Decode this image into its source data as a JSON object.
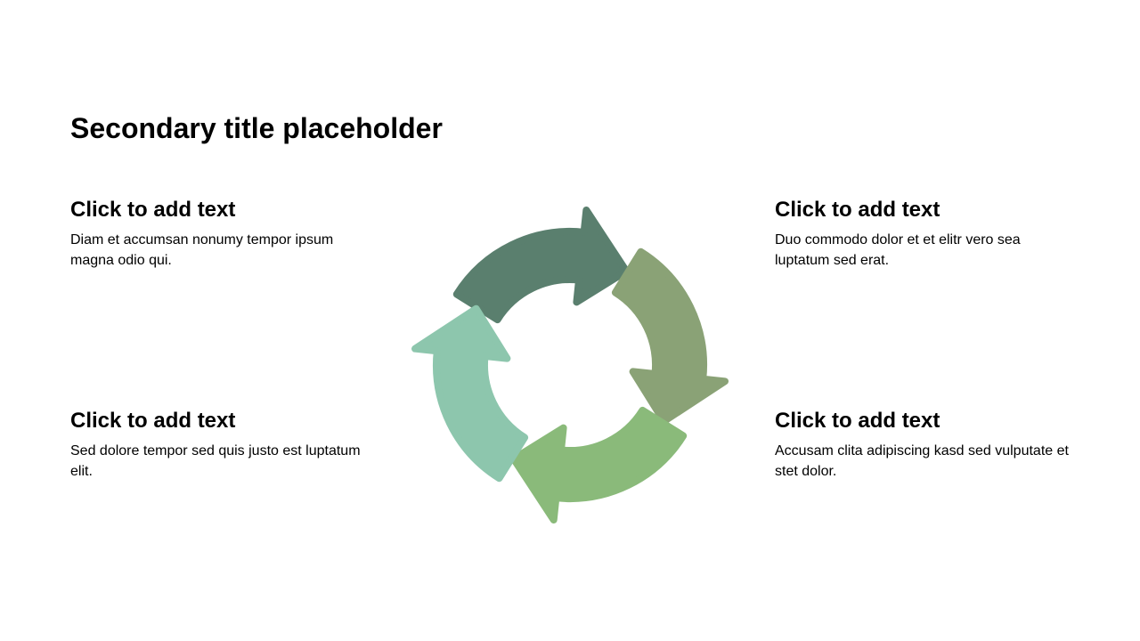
{
  "slide": {
    "title": "Secondary title placeholder"
  },
  "blocks": [
    {
      "id": "top-left",
      "heading": "Click to add text",
      "body": "Diam et accumsan nonumy tempor ipsum magna odio qui."
    },
    {
      "id": "top-right",
      "heading": "Click to add text",
      "body": "Duo commodo dolor et et elitr vero sea luptatum sed erat."
    },
    {
      "id": "bottom-left",
      "heading": "Click to add text",
      "body": "Sed dolore tempor sed quis justo est luptatum elit."
    },
    {
      "id": "bottom-right",
      "heading": "Click to add text",
      "body": "Accusam clita adipiscing kasd sed vulputate et stet dolor."
    }
  ],
  "diagram": {
    "type": "cycle",
    "arrows": [
      {
        "name": "top-left-arrow",
        "color": "#5a7f6e"
      },
      {
        "name": "top-right-arrow",
        "color": "#8aa276"
      },
      {
        "name": "bottom-right-arrow",
        "color": "#8aba7a"
      },
      {
        "name": "bottom-left-arrow",
        "color": "#8dc6ad"
      }
    ]
  }
}
